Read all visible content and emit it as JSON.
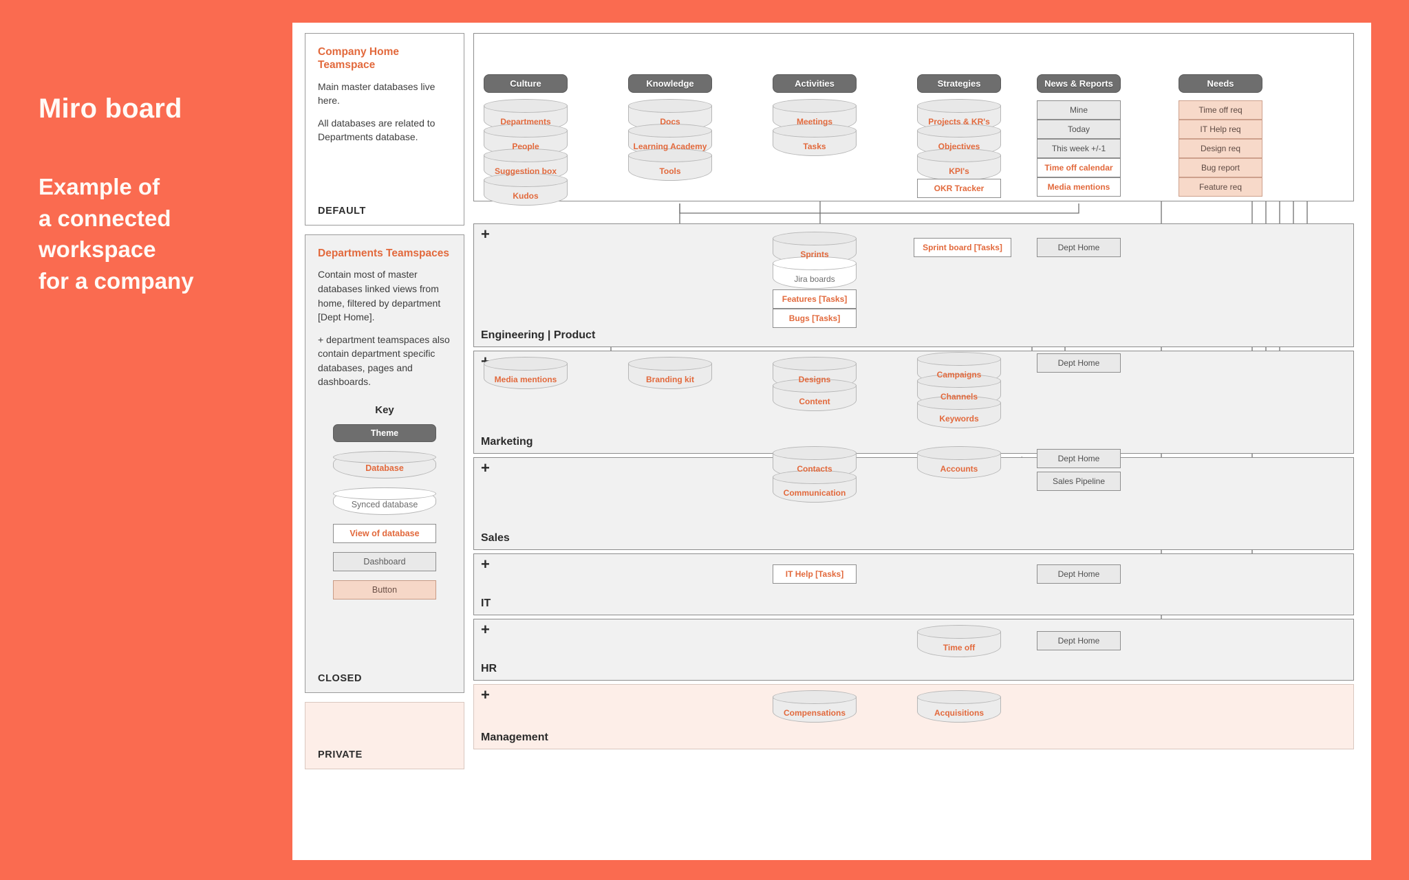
{
  "promo": {
    "title": "Miro board",
    "subtitle_lines": [
      "Example of",
      "a connected",
      "workspace",
      "for a company"
    ]
  },
  "colors": {
    "background": "#fa6b50",
    "accent_text": "#e2693c",
    "theme_chip": "#6e6e6e",
    "panel_fill": "#f1f1f1",
    "private_fill": "#fdeee8",
    "button_fill": "#f7d9c9"
  },
  "cards": [
    {
      "title": "Company Home Teamspace",
      "paragraphs": [
        "Main master databases live here.",
        "All databases are related to Departments database."
      ],
      "footer": "DEFAULT"
    },
    {
      "title": "Departments Teamspaces",
      "paragraphs": [
        "Contain most of master databases linked views from home, filtered by department [Dept Home].",
        "+ department teamspaces also contain department specific databases, pages and dashboards."
      ],
      "footer": "CLOSED"
    },
    {
      "title": "",
      "paragraphs": [],
      "footer": "PRIVATE"
    }
  ],
  "key": {
    "heading": "Key",
    "items": [
      {
        "label": "Theme",
        "kind": "theme"
      },
      {
        "label": "Database",
        "kind": "database"
      },
      {
        "label": "Synced database",
        "kind": "synced"
      },
      {
        "label": "View of database",
        "kind": "view"
      },
      {
        "label": "Dashboard",
        "kind": "dashboard"
      },
      {
        "label": "Button",
        "kind": "button"
      }
    ]
  },
  "home": {
    "themes": [
      "Culture",
      "Knowledge",
      "Activities",
      "Strategies",
      "News & Reports",
      "Needs"
    ],
    "columns": [
      {
        "theme": "Culture",
        "nodes": [
          {
            "label": "Departments",
            "kind": "database"
          },
          {
            "label": "People",
            "kind": "database"
          },
          {
            "label": "Suggestion box",
            "kind": "database"
          },
          {
            "label": "Kudos",
            "kind": "database"
          }
        ]
      },
      {
        "theme": "Knowledge",
        "nodes": [
          {
            "label": "Docs",
            "kind": "database"
          },
          {
            "label": "Learning Academy",
            "kind": "database"
          },
          {
            "label": "Tools",
            "kind": "database"
          }
        ]
      },
      {
        "theme": "Activities",
        "nodes": [
          {
            "label": "Meetings",
            "kind": "database"
          },
          {
            "label": "Tasks",
            "kind": "database"
          }
        ]
      },
      {
        "theme": "Strategies",
        "nodes": [
          {
            "label": "Projects & KR's",
            "kind": "database"
          },
          {
            "label": "Objectives",
            "kind": "database"
          },
          {
            "label": "KPI's",
            "kind": "database"
          },
          {
            "label": "OKR Tracker",
            "kind": "view"
          }
        ]
      },
      {
        "theme": "News & Reports",
        "nodes": [
          {
            "label": "Mine",
            "kind": "dashboard"
          },
          {
            "label": "Today",
            "kind": "dashboard"
          },
          {
            "label": "This week +/-1",
            "kind": "dashboard"
          },
          {
            "label": "Time off calendar",
            "kind": "view"
          },
          {
            "label": "Media mentions",
            "kind": "view"
          }
        ]
      },
      {
        "theme": "Needs",
        "nodes": [
          {
            "label": "Time off req",
            "kind": "button"
          },
          {
            "label": "IT Help req",
            "kind": "button"
          },
          {
            "label": "Design req",
            "kind": "button"
          },
          {
            "label": "Bug report",
            "kind": "button"
          },
          {
            "label": "Feature req",
            "kind": "button"
          }
        ]
      }
    ]
  },
  "departments": [
    {
      "name": "Engineering | Product",
      "plus": "+",
      "style": "closed",
      "nodes": [
        {
          "label": "Sprints",
          "kind": "database"
        },
        {
          "label": "Jira boards",
          "kind": "synced"
        },
        {
          "label": "Features [Tasks]",
          "kind": "view"
        },
        {
          "label": "Bugs [Tasks]",
          "kind": "view"
        },
        {
          "label": "Sprint board [Tasks]",
          "kind": "view"
        },
        {
          "label": "Dept Home",
          "kind": "dashboard"
        }
      ]
    },
    {
      "name": "Marketing",
      "plus": "+",
      "style": "closed",
      "nodes": [
        {
          "label": "Media mentions",
          "kind": "database"
        },
        {
          "label": "Branding kit",
          "kind": "database"
        },
        {
          "label": "Designs",
          "kind": "database"
        },
        {
          "label": "Content",
          "kind": "database"
        },
        {
          "label": "Campaigns",
          "kind": "database"
        },
        {
          "label": "Channels",
          "kind": "database"
        },
        {
          "label": "Keywords",
          "kind": "database"
        },
        {
          "label": "Dept Home",
          "kind": "dashboard"
        }
      ]
    },
    {
      "name": "Sales",
      "plus": "+",
      "style": "closed",
      "nodes": [
        {
          "label": "Contacts",
          "kind": "database"
        },
        {
          "label": "Communication",
          "kind": "database"
        },
        {
          "label": "Accounts",
          "kind": "database"
        },
        {
          "label": "Dept Home",
          "kind": "dashboard"
        },
        {
          "label": "Sales Pipeline",
          "kind": "dashboard"
        }
      ]
    },
    {
      "name": "IT",
      "plus": "+",
      "style": "closed",
      "nodes": [
        {
          "label": "IT Help [Tasks]",
          "kind": "view"
        },
        {
          "label": "Dept Home",
          "kind": "dashboard"
        }
      ]
    },
    {
      "name": "HR",
      "plus": "+",
      "style": "closed",
      "nodes": [
        {
          "label": "Time off",
          "kind": "database"
        },
        {
          "label": "Dept Home",
          "kind": "dashboard"
        }
      ]
    },
    {
      "name": "Management",
      "plus": "+",
      "style": "private",
      "nodes": [
        {
          "label": "Compensations",
          "kind": "database"
        },
        {
          "label": "Acquisitions",
          "kind": "database"
        }
      ]
    }
  ]
}
